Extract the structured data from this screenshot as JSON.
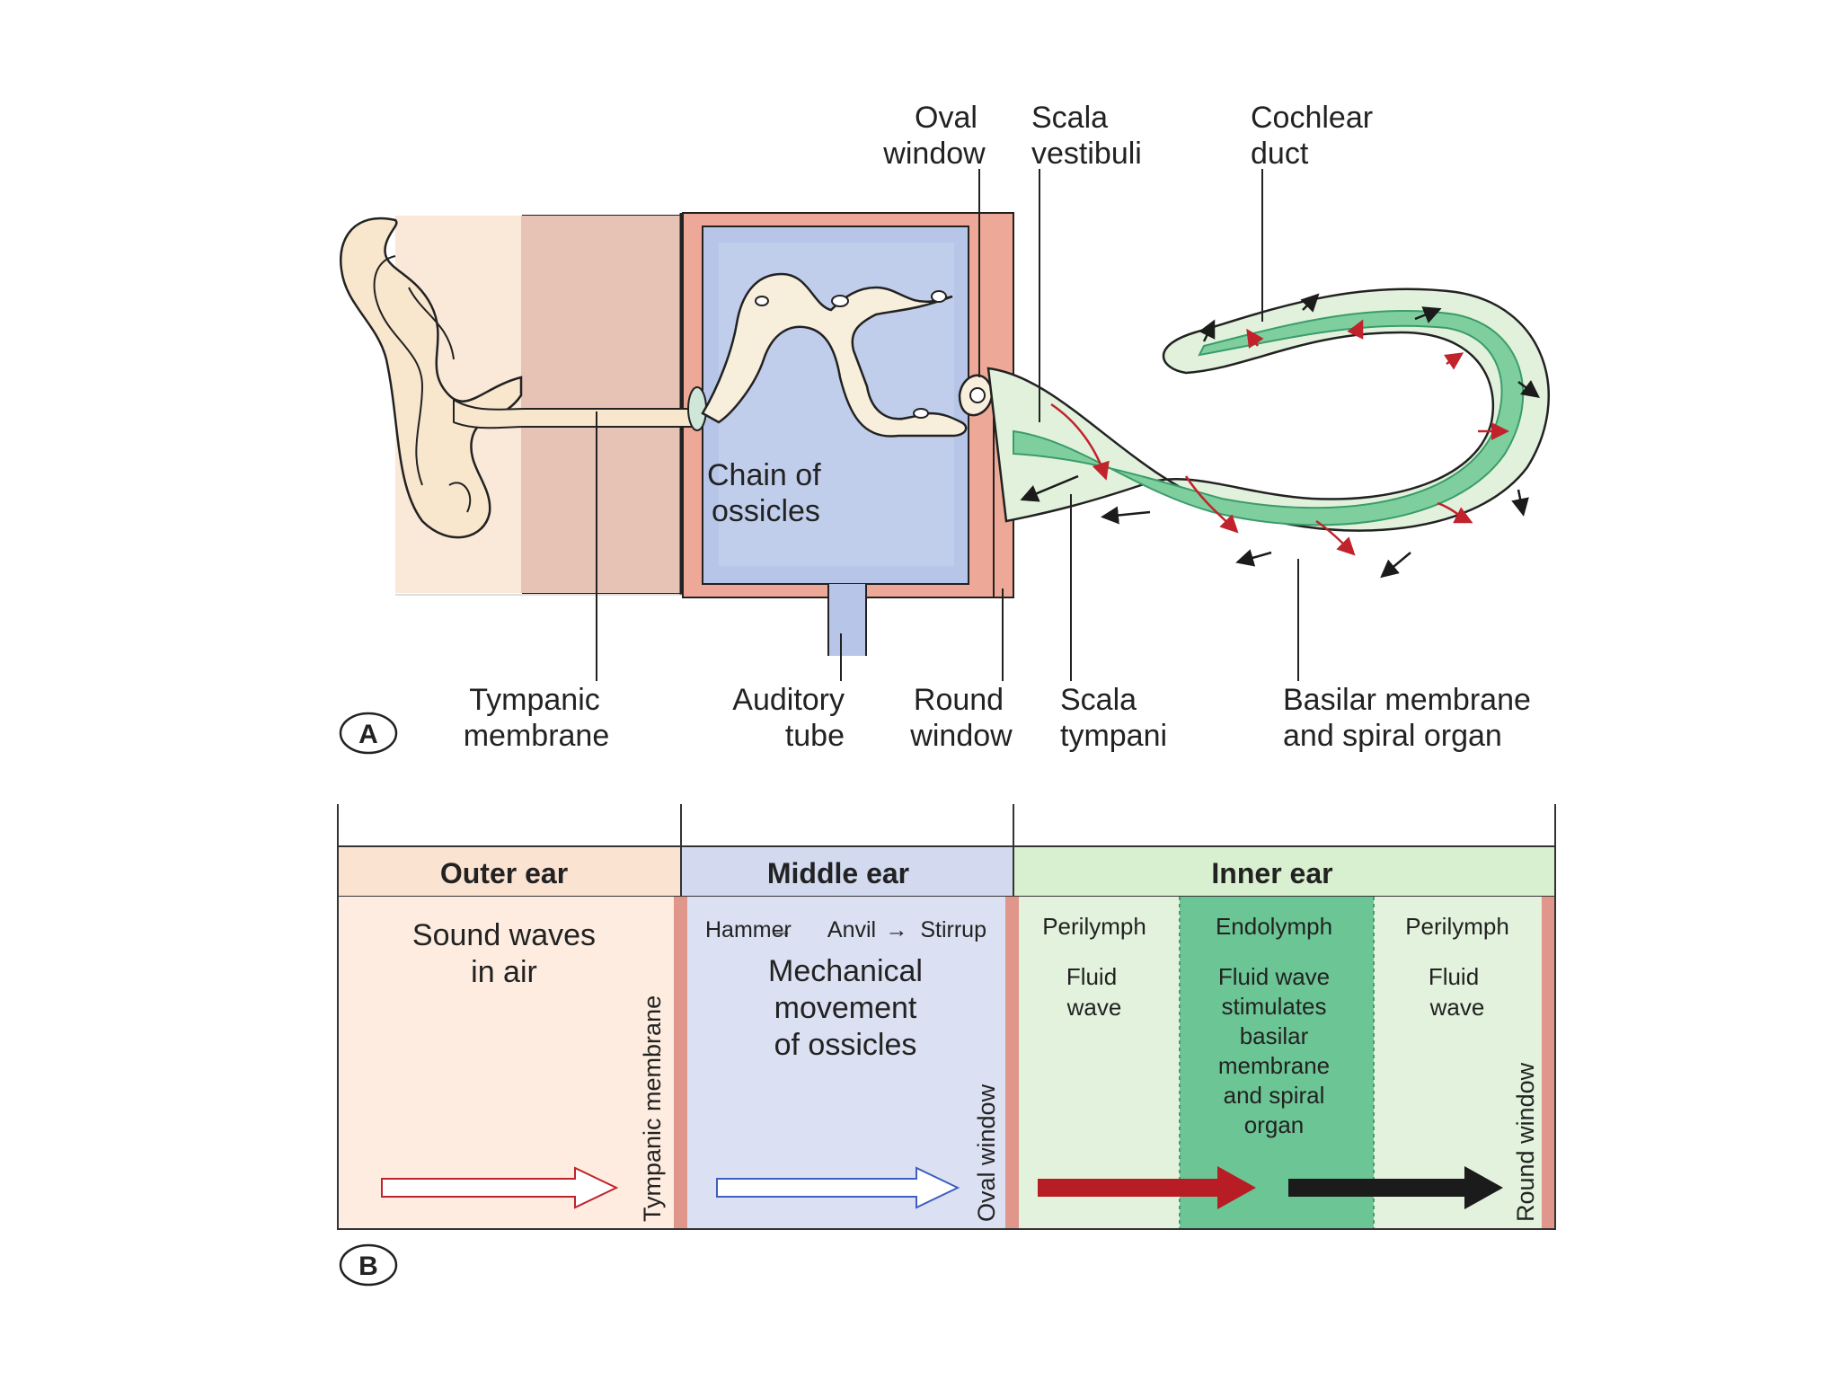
{
  "panel_a": {
    "letter": "A",
    "labels": {
      "oval_window": [
        "Oval",
        "window"
      ],
      "scala_vestibuli": [
        "Scala",
        "vestibuli"
      ],
      "cochlear_duct": [
        "Cochlear",
        "duct"
      ],
      "chain_of_ossicles": [
        "Chain of",
        "ossicles"
      ],
      "tympanic_membrane": [
        "Tympanic",
        "membrane"
      ],
      "auditory_tube": [
        "Auditory",
        "tube"
      ],
      "round_window": [
        "Round",
        "window"
      ],
      "scala_tympani": [
        "Scala",
        "tympani"
      ],
      "basilar_membrane": [
        "Basilar membrane",
        "and spiral organ"
      ]
    }
  },
  "panel_b": {
    "letter": "B",
    "headers": {
      "outer": "Outer ear",
      "middle": "Middle ear",
      "inner": "Inner ear"
    },
    "outer": {
      "text": [
        "Sound waves",
        "in air"
      ],
      "boundary": "Tympanic membrane"
    },
    "middle": {
      "chain": [
        "Hammer",
        "Anvil",
        "Stirrup"
      ],
      "text": [
        "Mechanical",
        "movement",
        "of  ossicles"
      ],
      "boundary": "Oval window"
    },
    "inner": {
      "columns": [
        {
          "title": "Perilymph",
          "text": [
            "Fluid",
            "wave"
          ]
        },
        {
          "title": "Endolymph",
          "text": [
            "Fluid wave",
            "stimulates",
            "basilar",
            "membrane",
            "and spiral",
            "organ"
          ]
        },
        {
          "title": "Perilymph",
          "text": [
            "Fluid",
            "wave"
          ]
        }
      ],
      "boundary": "Round window"
    },
    "arrow_symbol": "→"
  },
  "colors": {
    "outer": "#fbe6d8",
    "outer_header": "#fbe3d2",
    "middle": "#d3daf0",
    "inner_light": "#e2f1dc",
    "endolymph": "#6cc595",
    "boundary": "#e0968a",
    "red_arrow": "#b81c24",
    "black_arrow": "#1b1b1b"
  }
}
